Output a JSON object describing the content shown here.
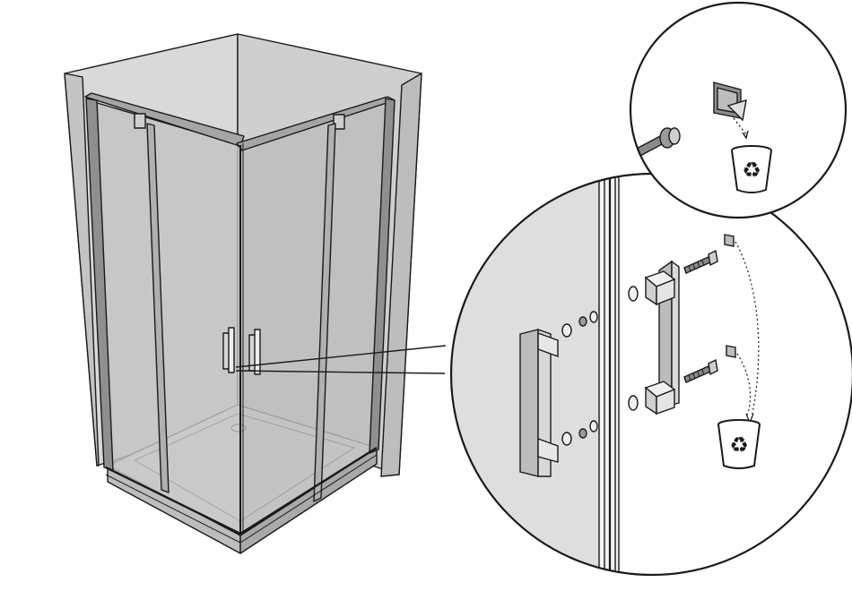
{
  "figure": {
    "type": "assembly-instruction",
    "step": "attach-door-handles",
    "colors": {
      "line": "#1a1a1a",
      "glass": "#c9c9c9",
      "wall": "#d6d6d6",
      "frame": "#9a9a9a",
      "bin_fill": "#ffffff"
    },
    "icons": [
      "shower-enclosure",
      "detail-magnifier-circle",
      "handle-assembly",
      "recycle-bin-icon",
      "protective-cap",
      "screw",
      "washer"
    ],
    "recycle_symbol": "♻"
  }
}
